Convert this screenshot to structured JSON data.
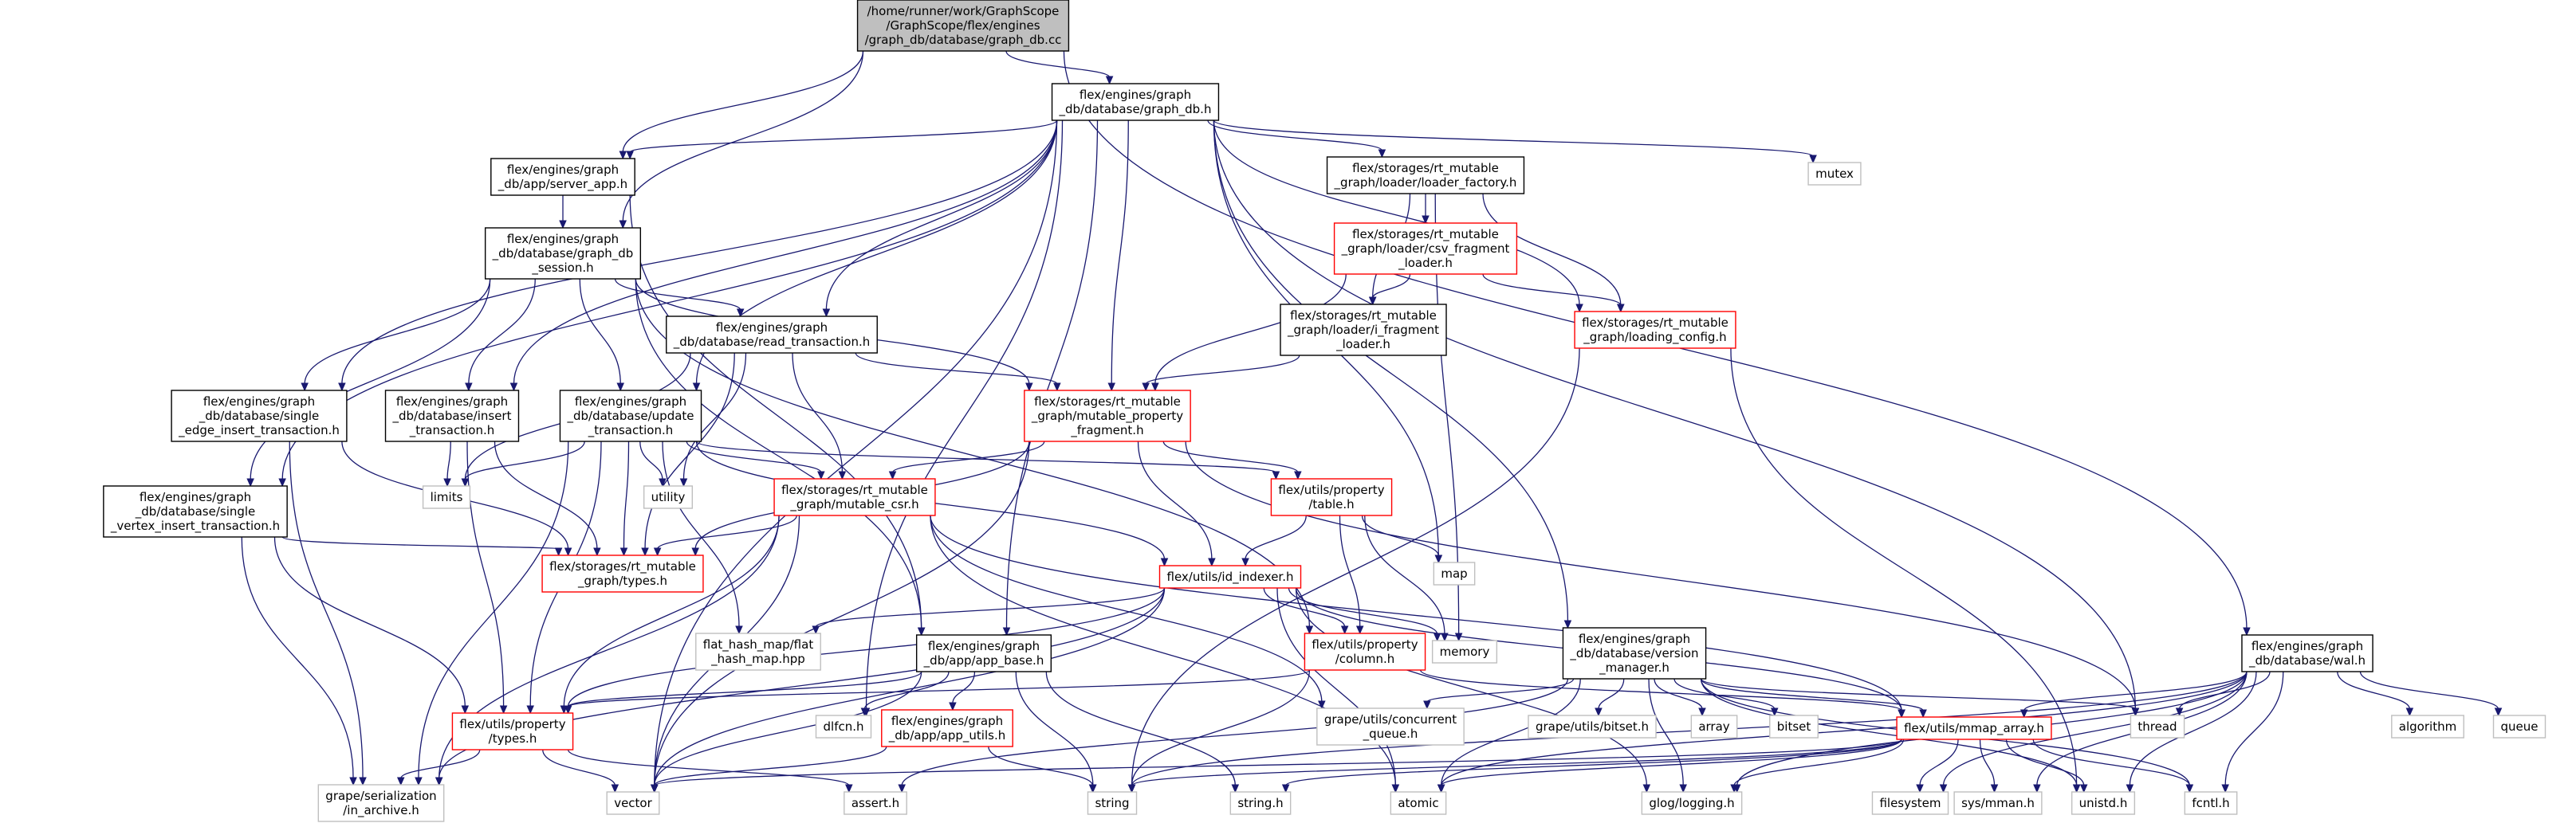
{
  "diagram": {
    "type": "include-dependency-graph",
    "colors": {
      "edge": "#191970",
      "root_fill": "#bfbfbf",
      "partial_border": "#ff0000",
      "system_border": "#bfbfbf",
      "file_border": "#000000"
    },
    "nodes": [
      {
        "id": "graph_db_cc",
        "kind": "root",
        "lines": [
          "/home/runner/work/GraphScope",
          "/GraphScope/flex/engines",
          "/graph_db/database/graph_db.cc"
        ]
      },
      {
        "id": "graph_db_h",
        "kind": "file",
        "lines": [
          "flex/engines/graph",
          "_db/database/graph_db.h"
        ]
      },
      {
        "id": "wal_h",
        "kind": "file",
        "lines": [
          "flex/engines/graph",
          "_db/database/wal.h"
        ]
      },
      {
        "id": "server_app_h",
        "kind": "file",
        "lines": [
          "flex/engines/graph",
          "_db/app/server_app.h"
        ]
      },
      {
        "id": "session_h",
        "kind": "file",
        "lines": [
          "flex/engines/graph",
          "_db/database/graph_db",
          "_session.h"
        ]
      },
      {
        "id": "mutex",
        "kind": "system",
        "lines": [
          "mutex"
        ]
      },
      {
        "id": "loader_factory_h",
        "kind": "file",
        "lines": [
          "flex/storages/rt_mutable",
          "_graph/loader/loader_factory.h"
        ]
      },
      {
        "id": "csv_fragment_loader_h",
        "kind": "partial",
        "lines": [
          "flex/storages/rt_mutable",
          "_graph/loader/csv_fragment",
          "_loader.h"
        ]
      },
      {
        "id": "i_fragment_loader_h",
        "kind": "file",
        "lines": [
          "flex/storages/rt_mutable",
          "_graph/loader/i_fragment",
          "_loader.h"
        ]
      },
      {
        "id": "loading_config_h",
        "kind": "partial",
        "lines": [
          "flex/storages/rt_mutable",
          "_graph/loading_config.h"
        ]
      },
      {
        "id": "read_transaction_h",
        "kind": "file",
        "lines": [
          "flex/engines/graph",
          "_db/database/read_transaction.h"
        ]
      },
      {
        "id": "single_edge_insert_h",
        "kind": "file",
        "lines": [
          "flex/engines/graph",
          "_db/database/single",
          "_edge_insert_transaction.h"
        ]
      },
      {
        "id": "insert_transaction_h",
        "kind": "file",
        "lines": [
          "flex/engines/graph",
          "_db/database/insert",
          "_transaction.h"
        ]
      },
      {
        "id": "update_transaction_h",
        "kind": "file",
        "lines": [
          "flex/engines/graph",
          "_db/database/update",
          "_transaction.h"
        ]
      },
      {
        "id": "mutable_property_fragment_h",
        "kind": "partial",
        "lines": [
          "flex/storages/rt_mutable",
          "_graph/mutable_property",
          "_fragment.h"
        ]
      },
      {
        "id": "limits",
        "kind": "system",
        "lines": [
          "limits"
        ]
      },
      {
        "id": "utility",
        "kind": "system",
        "lines": [
          "utility"
        ]
      },
      {
        "id": "mutable_csr_h",
        "kind": "partial",
        "lines": [
          "flex/storages/rt_mutable",
          "_graph/mutable_csr.h"
        ]
      },
      {
        "id": "table_h",
        "kind": "partial",
        "lines": [
          "flex/utils/property",
          "/table.h"
        ]
      },
      {
        "id": "single_vertex_insert_h",
        "kind": "file",
        "lines": [
          "flex/engines/graph",
          "_db/database/single",
          "_vertex_insert_transaction.h"
        ]
      },
      {
        "id": "types_h",
        "kind": "partial",
        "lines": [
          "flex/storages/rt_mutable",
          "_graph/types.h"
        ]
      },
      {
        "id": "map",
        "kind": "system",
        "lines": [
          "map"
        ]
      },
      {
        "id": "id_indexer_h",
        "kind": "partial",
        "lines": [
          "flex/utils/id_indexer.h"
        ]
      },
      {
        "id": "flat_hash_map_hpp",
        "kind": "system",
        "lines": [
          "flat_hash_map/flat",
          "_hash_map.hpp"
        ]
      },
      {
        "id": "app_base_h",
        "kind": "file",
        "lines": [
          "flex/engines/graph",
          "_db/app/app_base.h"
        ]
      },
      {
        "id": "column_h",
        "kind": "partial",
        "lines": [
          "flex/utils/property",
          "/column.h"
        ]
      },
      {
        "id": "memory",
        "kind": "system",
        "lines": [
          "memory"
        ]
      },
      {
        "id": "version_manager_h",
        "kind": "file",
        "lines": [
          "flex/engines/graph",
          "_db/database/version",
          "_manager.h"
        ]
      },
      {
        "id": "property_types_h",
        "kind": "partial",
        "lines": [
          "flex/utils/property",
          "/types.h"
        ]
      },
      {
        "id": "dlfcn_h",
        "kind": "system",
        "lines": [
          "dlfcn.h"
        ]
      },
      {
        "id": "app_utils_h",
        "kind": "partial",
        "lines": [
          "flex/engines/graph",
          "_db/app/app_utils.h"
        ]
      },
      {
        "id": "concurrent_queue_h",
        "kind": "system",
        "lines": [
          "grape/utils/concurrent",
          "_queue.h"
        ]
      },
      {
        "id": "bitset_h",
        "kind": "system",
        "lines": [
          "grape/utils/bitset.h"
        ]
      },
      {
        "id": "array",
        "kind": "system",
        "lines": [
          "array"
        ]
      },
      {
        "id": "bitset",
        "kind": "system",
        "lines": [
          "bitset"
        ]
      },
      {
        "id": "mmap_array_h",
        "kind": "partial",
        "lines": [
          "flex/utils/mmap_array.h"
        ]
      },
      {
        "id": "thread",
        "kind": "system",
        "lines": [
          "thread"
        ]
      },
      {
        "id": "algorithm",
        "kind": "system",
        "lines": [
          "algorithm"
        ]
      },
      {
        "id": "queue",
        "kind": "system",
        "lines": [
          "queue"
        ]
      },
      {
        "id": "in_archive_h",
        "kind": "system",
        "lines": [
          "grape/serialization",
          "/in_archive.h"
        ]
      },
      {
        "id": "vector",
        "kind": "system",
        "lines": [
          "vector"
        ]
      },
      {
        "id": "assert_h",
        "kind": "system",
        "lines": [
          "assert.h"
        ]
      },
      {
        "id": "string",
        "kind": "system",
        "lines": [
          "string"
        ]
      },
      {
        "id": "string_h",
        "kind": "system",
        "lines": [
          "string.h"
        ]
      },
      {
        "id": "atomic",
        "kind": "system",
        "lines": [
          "atomic"
        ]
      },
      {
        "id": "logging_h",
        "kind": "system",
        "lines": [
          "glog/logging.h"
        ]
      },
      {
        "id": "filesystem",
        "kind": "system",
        "lines": [
          "filesystem"
        ]
      },
      {
        "id": "mman_h",
        "kind": "system",
        "lines": [
          "sys/mman.h"
        ]
      },
      {
        "id": "unistd_h",
        "kind": "system",
        "lines": [
          "unistd.h"
        ]
      },
      {
        "id": "fcntl_h",
        "kind": "system",
        "lines": [
          "fcntl.h"
        ]
      }
    ],
    "edges": [
      [
        "graph_db_cc",
        "graph_db_h"
      ],
      [
        "graph_db_cc",
        "wal_h"
      ],
      [
        "graph_db_cc",
        "server_app_h"
      ],
      [
        "graph_db_cc",
        "session_h"
      ],
      [
        "graph_db_h",
        "server_app_h"
      ],
      [
        "graph_db_h",
        "mutex"
      ],
      [
        "graph_db_h",
        "loader_factory_h"
      ],
      [
        "graph_db_h",
        "loading_config_h"
      ],
      [
        "graph_db_h",
        "read_transaction_h"
      ],
      [
        "graph_db_h",
        "single_edge_insert_h"
      ],
      [
        "graph_db_h",
        "insert_transaction_h"
      ],
      [
        "graph_db_h",
        "update_transaction_h"
      ],
      [
        "graph_db_h",
        "mutable_property_fragment_h"
      ],
      [
        "graph_db_h",
        "single_vertex_insert_h"
      ],
      [
        "graph_db_h",
        "map"
      ],
      [
        "graph_db_h",
        "app_base_h"
      ],
      [
        "graph_db_h",
        "version_manager_h"
      ],
      [
        "graph_db_h",
        "dlfcn_h"
      ],
      [
        "graph_db_h",
        "thread"
      ],
      [
        "graph_db_h",
        "vector"
      ],
      [
        "server_app_h",
        "session_h"
      ],
      [
        "server_app_h",
        "app_base_h"
      ],
      [
        "session_h",
        "read_transaction_h"
      ],
      [
        "session_h",
        "single_edge_insert_h"
      ],
      [
        "session_h",
        "insert_transaction_h"
      ],
      [
        "session_h",
        "update_transaction_h"
      ],
      [
        "session_h",
        "mutable_property_fragment_h"
      ],
      [
        "session_h",
        "single_vertex_insert_h"
      ],
      [
        "session_h",
        "app_base_h"
      ],
      [
        "session_h",
        "column_h"
      ],
      [
        "loader_factory_h",
        "csv_fragment_loader_h"
      ],
      [
        "loader_factory_h",
        "i_fragment_loader_h"
      ],
      [
        "loader_factory_h",
        "loading_config_h"
      ],
      [
        "loader_factory_h",
        "memory"
      ],
      [
        "csv_fragment_loader_h",
        "i_fragment_loader_h"
      ],
      [
        "csv_fragment_loader_h",
        "loading_config_h"
      ],
      [
        "csv_fragment_loader_h",
        "mutable_property_fragment_h"
      ],
      [
        "i_fragment_loader_h",
        "mutable_property_fragment_h"
      ],
      [
        "loading_config_h",
        "string"
      ],
      [
        "loading_config_h",
        "unistd_h"
      ],
      [
        "read_transaction_h",
        "mutable_property_fragment_h"
      ],
      [
        "read_transaction_h",
        "mutable_csr_h"
      ],
      [
        "read_transaction_h",
        "types_h"
      ],
      [
        "read_transaction_h",
        "limits"
      ],
      [
        "read_transaction_h",
        "utility"
      ],
      [
        "single_edge_insert_h",
        "types_h"
      ],
      [
        "single_edge_insert_h",
        "in_archive_h"
      ],
      [
        "insert_transaction_h",
        "types_h"
      ],
      [
        "insert_transaction_h",
        "limits"
      ],
      [
        "insert_transaction_h",
        "property_types_h"
      ],
      [
        "update_transaction_h",
        "mutable_csr_h"
      ],
      [
        "update_transaction_h",
        "table_h"
      ],
      [
        "update_transaction_h",
        "types_h"
      ],
      [
        "update_transaction_h",
        "id_indexer_h"
      ],
      [
        "update_transaction_h",
        "limits"
      ],
      [
        "update_transaction_h",
        "utility"
      ],
      [
        "update_transaction_h",
        "flat_hash_map_hpp"
      ],
      [
        "update_transaction_h",
        "property_types_h"
      ],
      [
        "update_transaction_h",
        "in_archive_h"
      ],
      [
        "mutable_property_fragment_h",
        "mutable_csr_h"
      ],
      [
        "mutable_property_fragment_h",
        "table_h"
      ],
      [
        "mutable_property_fragment_h",
        "types_h"
      ],
      [
        "mutable_property_fragment_h",
        "id_indexer_h"
      ],
      [
        "mutable_property_fragment_h",
        "thread"
      ],
      [
        "mutable_property_fragment_h",
        "vector"
      ],
      [
        "mutable_csr_h",
        "types_h"
      ],
      [
        "mutable_csr_h",
        "mmap_array_h"
      ],
      [
        "mutable_csr_h",
        "property_types_h"
      ],
      [
        "mutable_csr_h",
        "concurrent_queue_h"
      ],
      [
        "mutable_csr_h",
        "vector"
      ],
      [
        "mutable_csr_h",
        "atomic"
      ],
      [
        "mutable_csr_h",
        "in_archive_h"
      ],
      [
        "table_h",
        "column_h"
      ],
      [
        "table_h",
        "id_indexer_h"
      ],
      [
        "table_h",
        "map"
      ],
      [
        "table_h",
        "memory"
      ],
      [
        "single_vertex_insert_h",
        "types_h"
      ],
      [
        "single_vertex_insert_h",
        "property_types_h"
      ],
      [
        "single_vertex_insert_h",
        "in_archive_h"
      ],
      [
        "id_indexer_h",
        "column_h"
      ],
      [
        "id_indexer_h",
        "mmap_array_h"
      ],
      [
        "id_indexer_h",
        "property_types_h"
      ],
      [
        "id_indexer_h",
        "flat_hash_map_hpp"
      ],
      [
        "id_indexer_h",
        "memory"
      ],
      [
        "id_indexer_h",
        "vector"
      ],
      [
        "id_indexer_h",
        "atomic"
      ],
      [
        "id_indexer_h",
        "logging_h"
      ],
      [
        "id_indexer_h",
        "in_archive_h"
      ],
      [
        "app_base_h",
        "app_utils_h"
      ],
      [
        "app_base_h",
        "dlfcn_h"
      ],
      [
        "app_base_h",
        "string"
      ],
      [
        "app_base_h",
        "string_h"
      ],
      [
        "app_base_h",
        "property_types_h"
      ],
      [
        "app_base_h",
        "vector"
      ],
      [
        "app_utils_h",
        "string"
      ],
      [
        "app_utils_h",
        "vector"
      ],
      [
        "column_h",
        "mmap_array_h"
      ],
      [
        "column_h",
        "property_types_h"
      ],
      [
        "column_h",
        "string"
      ],
      [
        "version_manager_h",
        "concurrent_queue_h"
      ],
      [
        "version_manager_h",
        "bitset_h"
      ],
      [
        "version_manager_h",
        "array"
      ],
      [
        "version_manager_h",
        "bitset"
      ],
      [
        "version_manager_h",
        "thread"
      ],
      [
        "version_manager_h",
        "mmap_array_h"
      ],
      [
        "version_manager_h",
        "atomic"
      ],
      [
        "version_manager_h",
        "logging_h"
      ],
      [
        "version_manager_h",
        "assert_h"
      ],
      [
        "version_manager_h",
        "unistd_h"
      ],
      [
        "version_manager_h",
        "fcntl_h"
      ],
      [
        "property_types_h",
        "in_archive_h"
      ],
      [
        "property_types_h",
        "vector"
      ],
      [
        "property_types_h",
        "assert_h"
      ],
      [
        "mmap_array_h",
        "string"
      ],
      [
        "mmap_array_h",
        "string_h"
      ],
      [
        "mmap_array_h",
        "atomic"
      ],
      [
        "mmap_array_h",
        "logging_h"
      ],
      [
        "mmap_array_h",
        "filesystem"
      ],
      [
        "mmap_array_h",
        "mman_h"
      ],
      [
        "mmap_array_h",
        "unistd_h"
      ],
      [
        "mmap_array_h",
        "fcntl_h"
      ],
      [
        "mmap_array_h",
        "vector"
      ],
      [
        "wal_h",
        "mmap_array_h"
      ],
      [
        "wal_h",
        "thread"
      ],
      [
        "wal_h",
        "algorithm"
      ],
      [
        "wal_h",
        "queue"
      ],
      [
        "wal_h",
        "string"
      ],
      [
        "wal_h",
        "logging_h"
      ],
      [
        "wal_h",
        "filesystem"
      ],
      [
        "wal_h",
        "mman_h"
      ],
      [
        "wal_h",
        "unistd_h"
      ],
      [
        "wal_h",
        "fcntl_h"
      ],
      [
        "wal_h",
        "atomic"
      ]
    ]
  }
}
